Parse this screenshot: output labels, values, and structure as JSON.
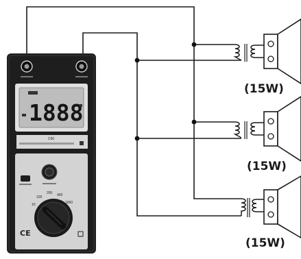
{
  "meter": {
    "display_reading": "1888",
    "model": "C60",
    "range_markings": [
      "10",
      "100",
      "200",
      "400",
      "1000"
    ],
    "ce_mark": "CE",
    "colors": {
      "body": "#1e1e1e",
      "panel": "#d9d9d9",
      "lcd": "#bdbdbd",
      "wire": "#1a1a1a"
    }
  },
  "speakers": [
    {
      "power_label": "(15W)"
    },
    {
      "power_label": "(15W)"
    },
    {
      "power_label": "(15W)"
    }
  ]
}
